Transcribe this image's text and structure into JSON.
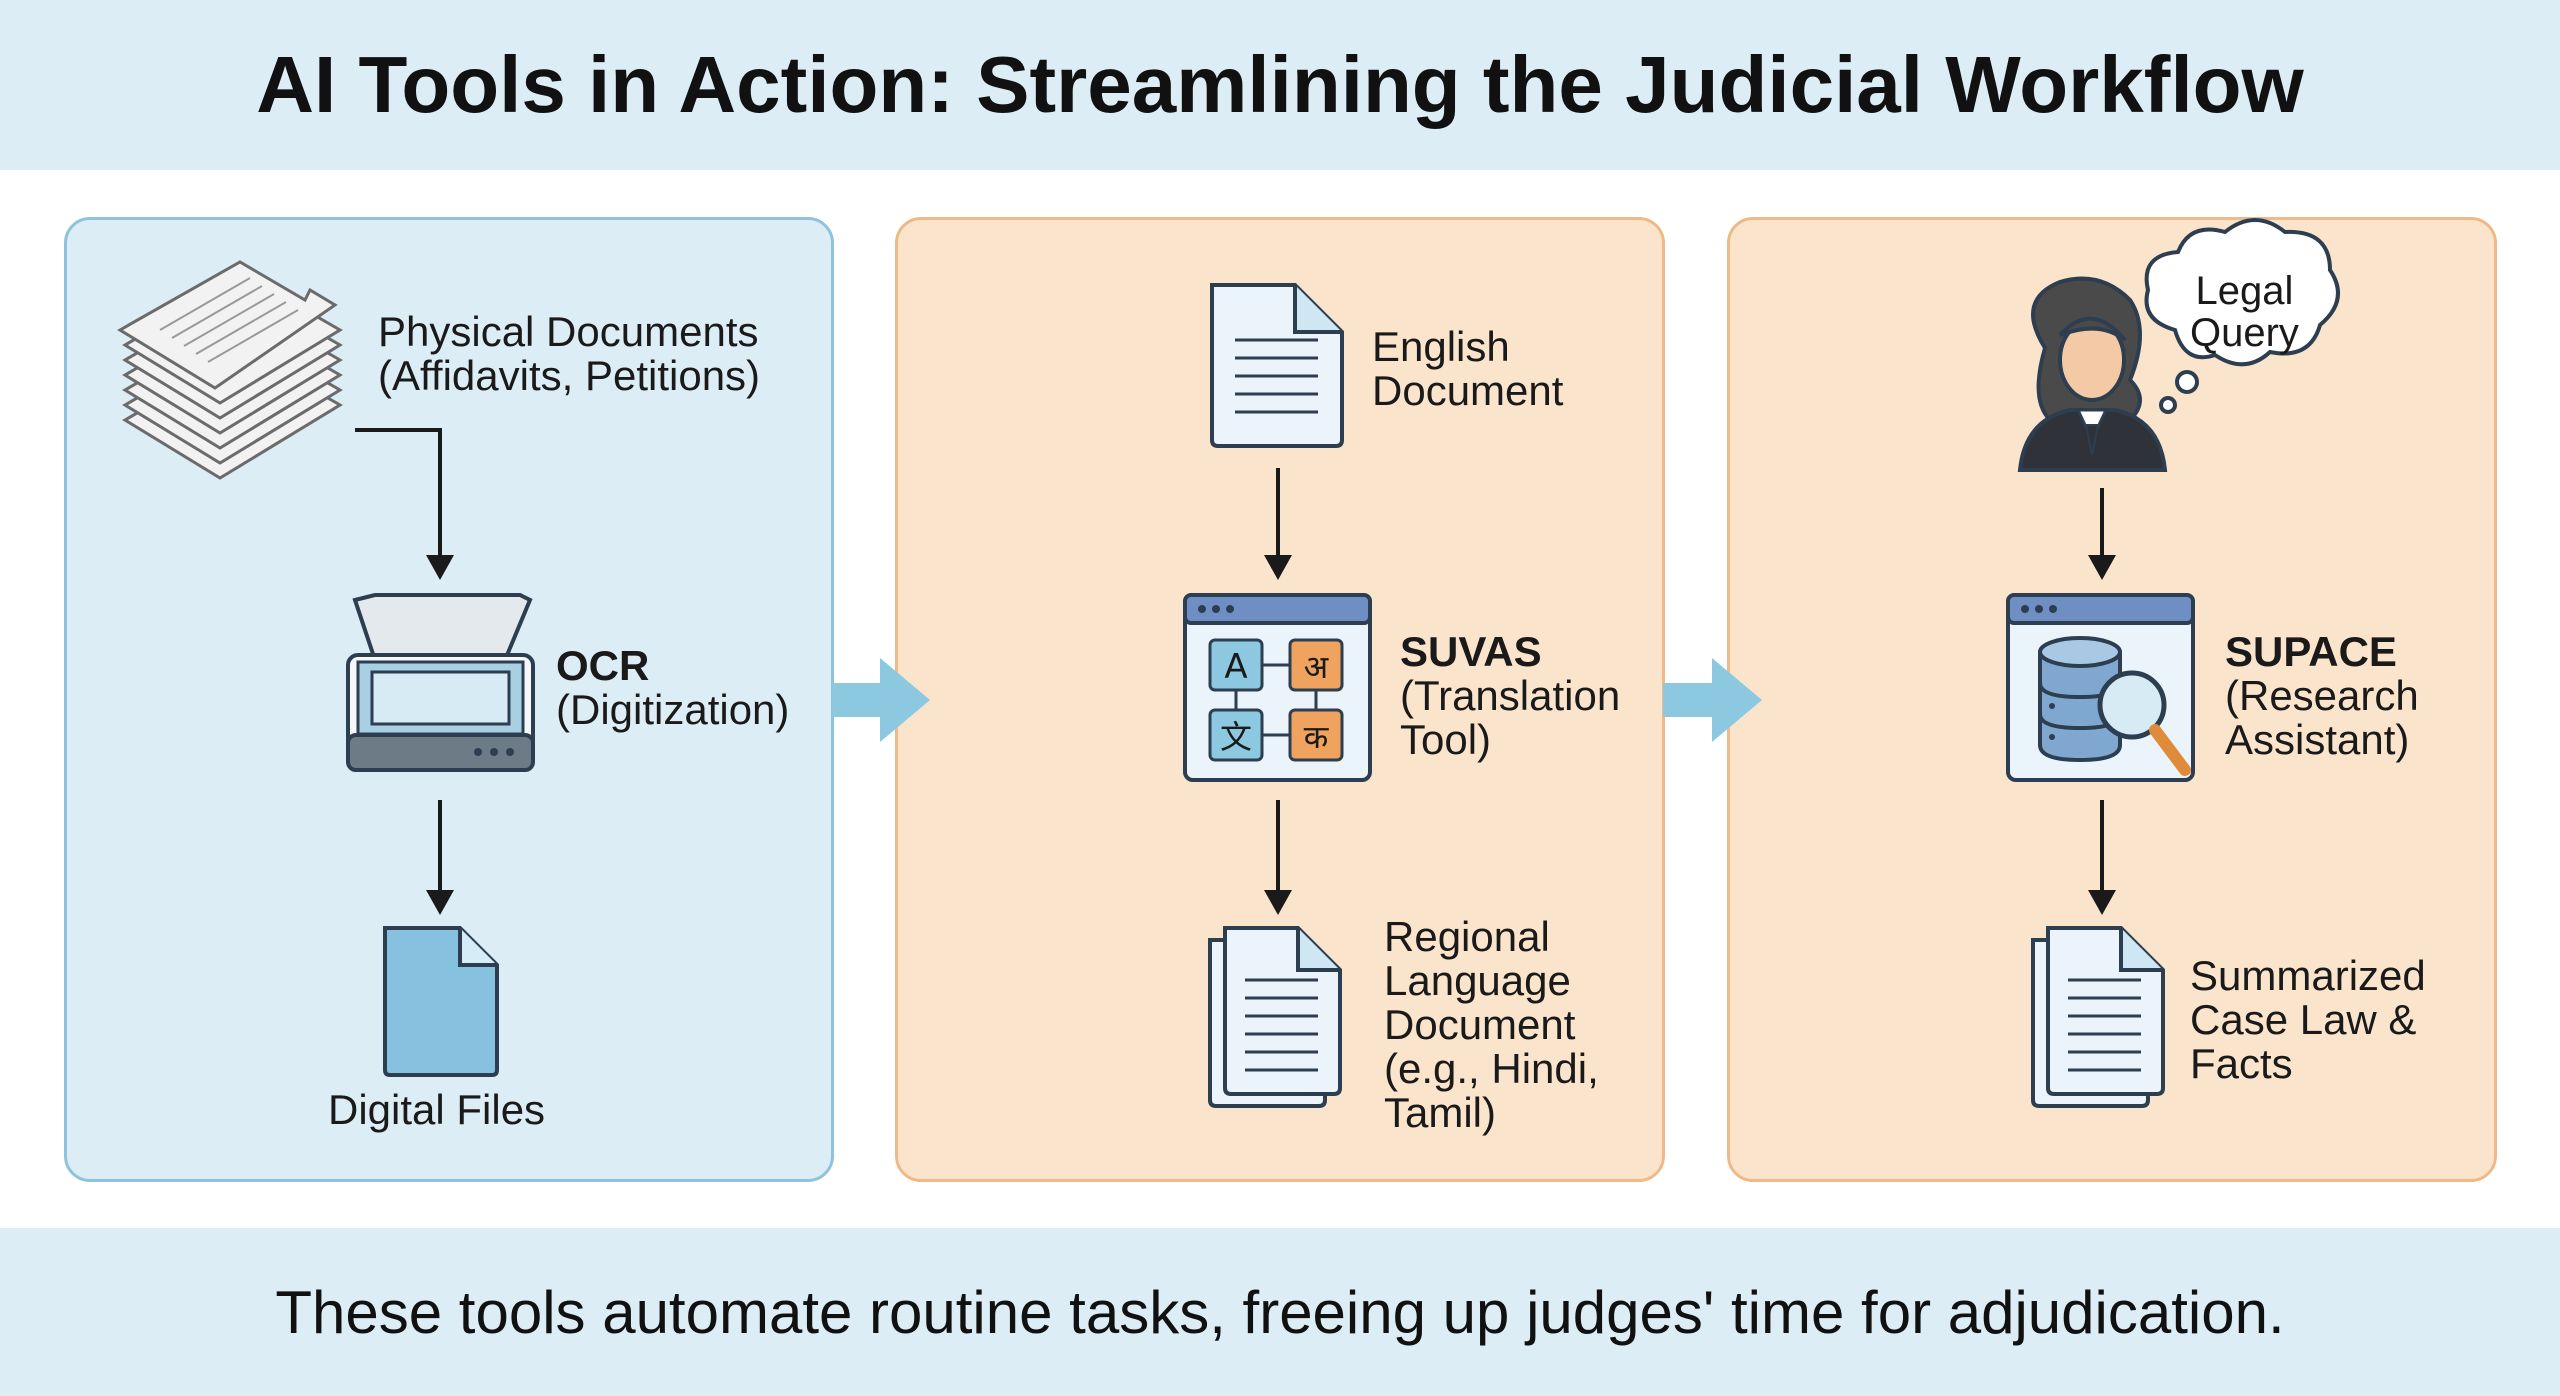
{
  "title": "AI Tools in Action: Streamlining the Judicial Workflow",
  "footer": "These tools automate routine tasks, freeing up judges' time for adjudication.",
  "colors": {
    "band_blue": "#dcedf6",
    "panel_blue_fill": "#dcedf6",
    "panel_blue_border": "#8fc3dd",
    "panel_orange_fill": "#fbe4cc",
    "panel_orange_border": "#f0b987",
    "arrow_blue": "#8cc8e0",
    "icon_stroke": "#2c3e50",
    "icon_fill_light": "#eaf4fa"
  },
  "panels": [
    {
      "name": "digitization",
      "input": {
        "icon": "paper-stack-icon",
        "lines": [
          "Physical Documents",
          "(Affidavits, Petitions)"
        ]
      },
      "tool": {
        "icon": "scanner-icon",
        "name": "OCR",
        "desc": "(Digitization)"
      },
      "output": {
        "icon": "file-icon",
        "label": "Digital Files"
      }
    },
    {
      "name": "translation",
      "input": {
        "icon": "document-icon",
        "lines": [
          "English",
          "Document"
        ]
      },
      "tool": {
        "icon": "translation-window-icon",
        "name": "SUVAS",
        "desc_lines": [
          "(Translation",
          "Tool)"
        ],
        "glyphs": [
          "A",
          "अ",
          "文",
          "क"
        ]
      },
      "output": {
        "icon": "stacked-document-icon",
        "lines": [
          "Regional",
          "Language",
          "Document",
          "(e.g., Hindi,",
          "Tamil)"
        ]
      }
    },
    {
      "name": "research",
      "input": {
        "icon": "judge-icon",
        "bubble_lines": [
          "Legal",
          "Query"
        ]
      },
      "tool": {
        "icon": "database-search-window-icon",
        "name": "SUPACE",
        "desc_lines": [
          "(Research",
          "Assistant)"
        ]
      },
      "output": {
        "icon": "stacked-document-icon",
        "lines": [
          "Summarized",
          "Case Law &",
          "Facts"
        ]
      }
    }
  ]
}
